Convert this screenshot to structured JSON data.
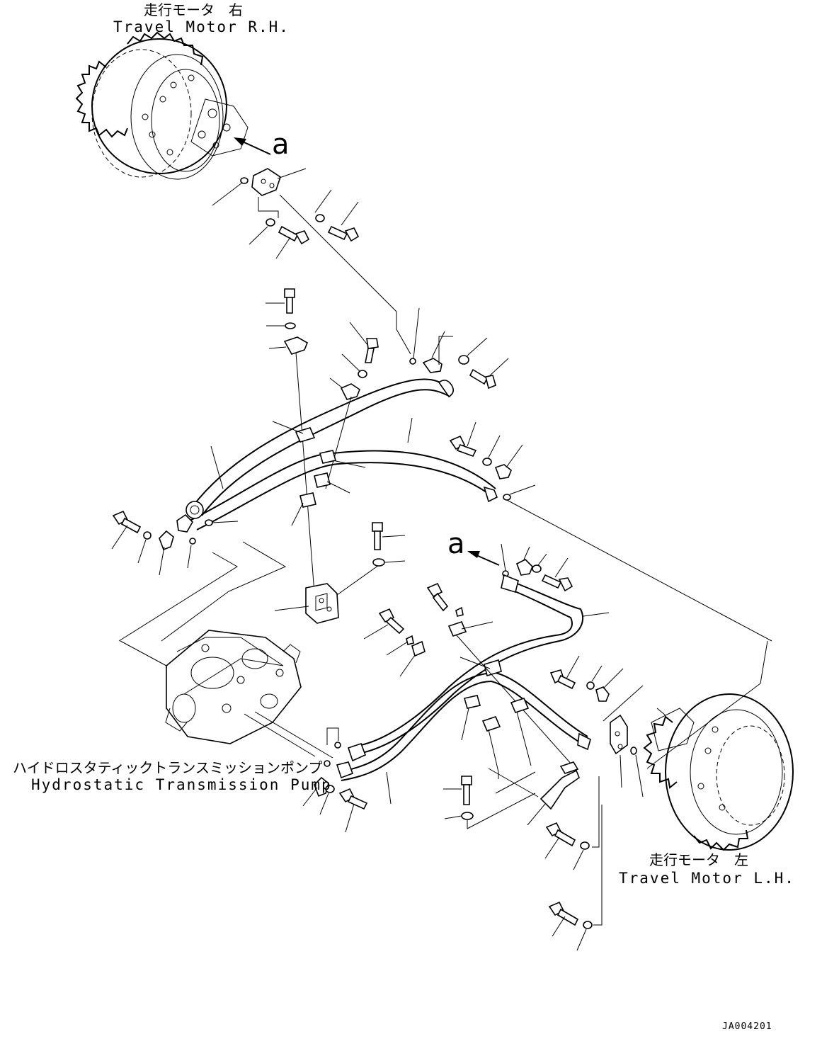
{
  "labels": {
    "motor_rh_jp": "走行モータ　右",
    "motor_rh_en": "Travel Motor R.H.",
    "motor_lh_jp": "走行モータ　左",
    "motor_lh_en": "Travel Motor L.H.",
    "pump_jp": "ハイドロスタティックトランスミッションポンプ",
    "pump_en": "Hydrostatic Transmission Pump",
    "view_ref_top": "a",
    "view_ref_mid": "a",
    "drawing_code": "JA004201"
  },
  "colors": {
    "ink": "#000000",
    "paper": "#ffffff"
  }
}
